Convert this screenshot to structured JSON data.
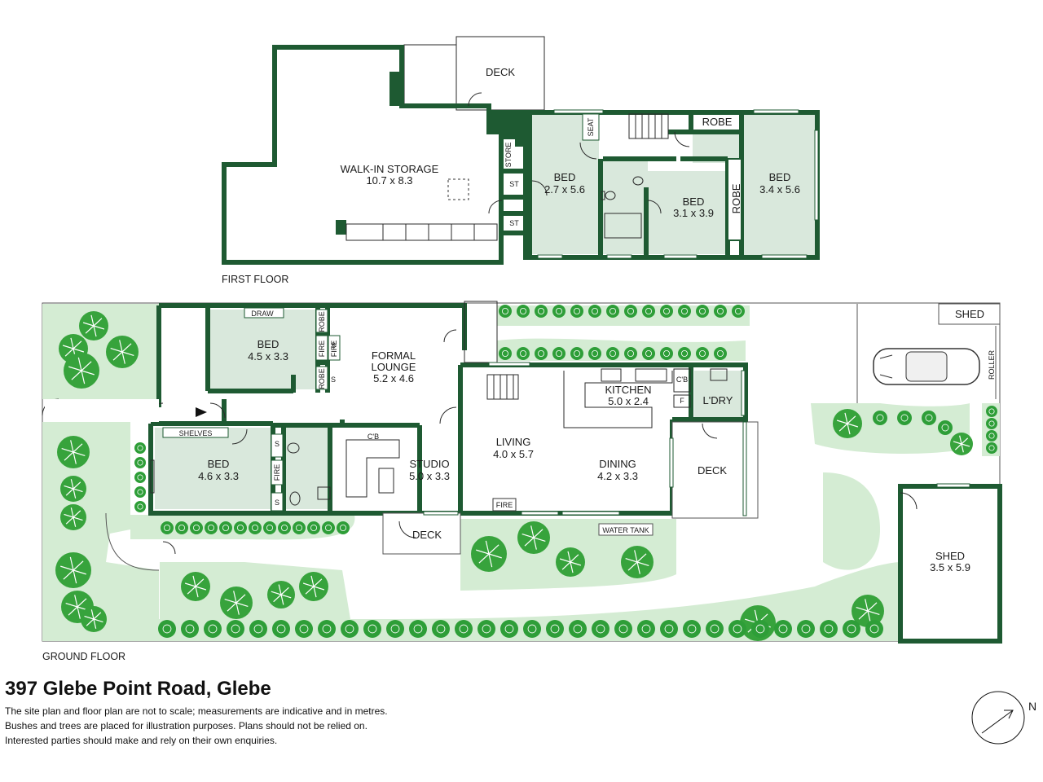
{
  "address": "397 Glebe Point Road, Glebe",
  "disclaimer": [
    "The site plan and floor plan are not to scale; measurements are indicative and in metres.",
    "Bushes and trees are placed for illustration purposes. Plans should not be relied on.",
    "Interested parties should make and rely on their own enquiries."
  ],
  "compass": "N",
  "first_floor": {
    "label": "FIRST FLOOR",
    "rooms": {
      "deck": "DECK",
      "walkin_name": "WALK-IN STORAGE",
      "walkin_size": "10.7 x 8.3",
      "bed1_name": "BED",
      "bed1_size": "2.7 x 5.6",
      "bed2_name": "BED",
      "bed2_size": "3.1 x 3.9",
      "bed3_name": "BED",
      "bed3_size": "3.4 x 5.6",
      "robe_top": "ROBE",
      "robe_side": "ROBE",
      "seat": "SEAT",
      "store": "STORE",
      "st1": "ST",
      "st2": "ST"
    }
  },
  "ground_floor": {
    "label": "GROUND FLOOR",
    "rooms": {
      "bed_a_name": "BED",
      "bed_a_size": "4.5 x 3.3",
      "bed_b_name": "BED",
      "bed_b_size": "4.6 x 3.3",
      "draw": "DRAW",
      "shelves": "SHELVES",
      "robe1": "ROBE",
      "robe2": "ROBE",
      "fire1": "FIRE",
      "fire2": "FIRE",
      "fire3": "FIRE",
      "fire4": "FIRE",
      "s": "S",
      "lounge_name1": "FORMAL",
      "lounge_name2": "LOUNGE",
      "lounge_size": "5.2 x 4.6",
      "studio_name": "STUDIO",
      "studio_size": "5.0 x 3.3",
      "cb": "C'B",
      "deck_front": "DECK",
      "living_name": "LIVING",
      "living_size": "4.0 x 5.7",
      "kitchen_name": "KITCHEN",
      "kitchen_size": "5.0 x 2.4",
      "dining_name": "DINING",
      "dining_size": "4.2 x 3.3",
      "cb2": "C'B",
      "f": "F",
      "ldry": "L'DRY",
      "deck_back": "DECK",
      "water_tank": "WATER TANK",
      "shed_top": "SHED",
      "shed_name": "SHED",
      "shed_size": "3.5 x 5.9",
      "roller": "ROLLER"
    }
  },
  "colors": {
    "wall": "#1e5a32",
    "room_fill": "#d9e8dc",
    "garden": "#d4ecd3",
    "tree": "#37a33c"
  }
}
